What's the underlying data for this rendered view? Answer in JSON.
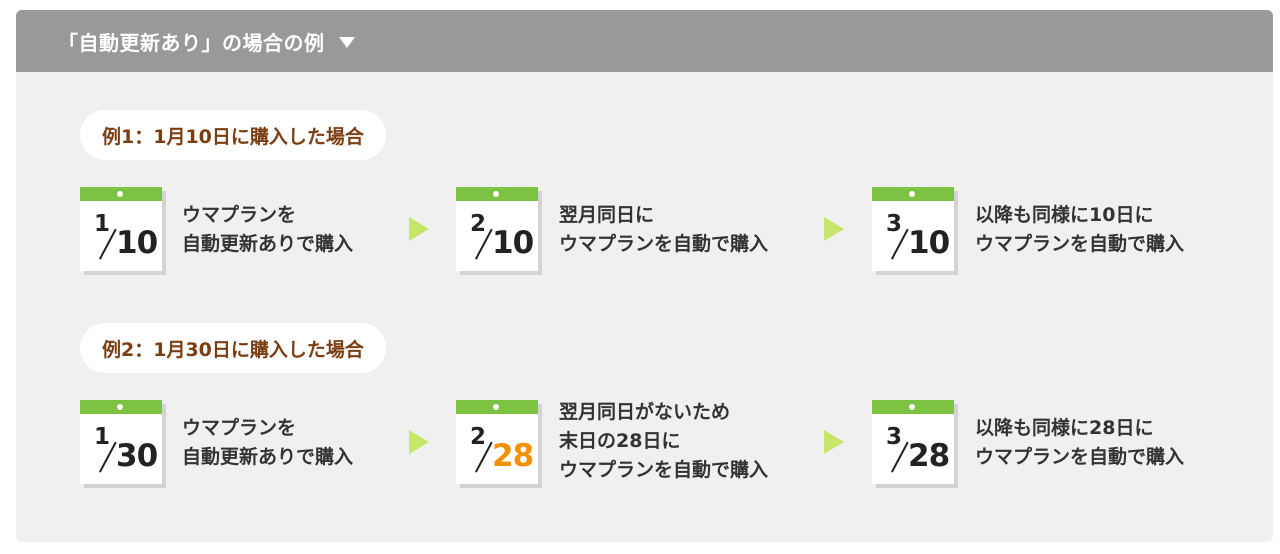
{
  "header": {
    "title": "「自動更新あり」の場合の例"
  },
  "examples": [
    {
      "label": "例1：1月10日に購入した場合",
      "steps": [
        {
          "month": "1",
          "day": "10",
          "lines": [
            "ウマプランを",
            "自動更新ありで購入"
          ]
        },
        {
          "month": "2",
          "day": "10",
          "lines": [
            "翌月同日に",
            "ウマプランを自動で購入"
          ]
        },
        {
          "month": "3",
          "day": "10",
          "lines": [
            "以降も同様に10日に",
            "ウマプランを自動で購入"
          ]
        }
      ]
    },
    {
      "label": "例2：1月30日に購入した場合",
      "steps": [
        {
          "month": "1",
          "day": "30",
          "lines": [
            "ウマプランを",
            "自動更新ありで購入"
          ]
        },
        {
          "month": "2",
          "day": "28",
          "highlight": true,
          "lines": [
            "翌月同日がないため",
            "末日の28日に",
            "ウマプランを自動で購入"
          ]
        },
        {
          "month": "3",
          "day": "28",
          "lines": [
            "以降も同様に28日に",
            "ウマプランを自動で購入"
          ]
        }
      ]
    }
  ],
  "colors": {
    "header_bg": "#999999",
    "panel_bg": "#f0f0f0",
    "calendar_top": "#7dc242",
    "arrow": "#c5e66a",
    "label_text": "#7a3e12",
    "highlight_day": "#f39200"
  }
}
